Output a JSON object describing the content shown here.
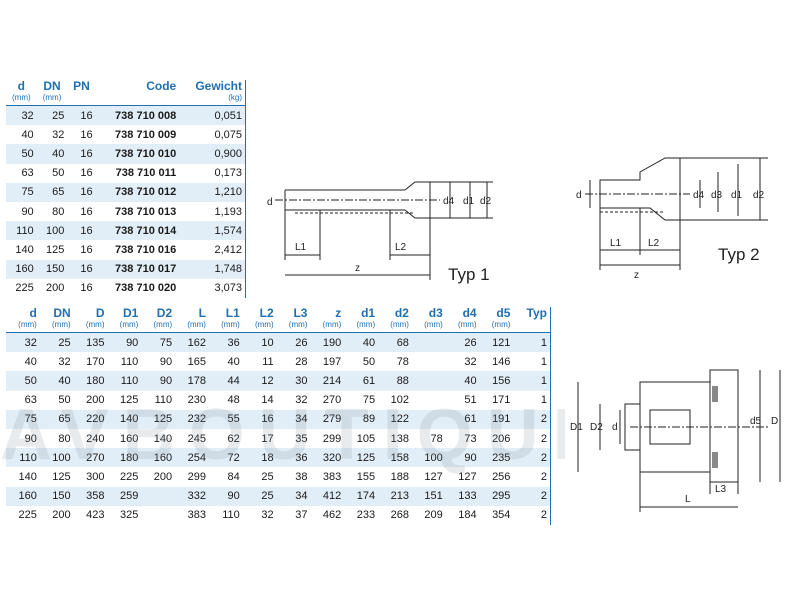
{
  "table1": {
    "headers": [
      "d",
      "DN",
      "PN",
      "Code",
      "Gewicht"
    ],
    "units": [
      "(mm)",
      "(mm)",
      "",
      "",
      "(kg)"
    ],
    "rows": [
      [
        "32",
        "25",
        "16",
        "738 710 008",
        "0,051"
      ],
      [
        "40",
        "32",
        "16",
        "738 710 009",
        "0,075"
      ],
      [
        "50",
        "40",
        "16",
        "738 710 010",
        "0,900"
      ],
      [
        "63",
        "50",
        "16",
        "738 710 011",
        "0,173"
      ],
      [
        "75",
        "65",
        "16",
        "738 710 012",
        "1,210"
      ],
      [
        "90",
        "80",
        "16",
        "738 710 013",
        "1,193"
      ],
      [
        "110",
        "100",
        "16",
        "738 710 014",
        "1,574"
      ],
      [
        "140",
        "125",
        "16",
        "738 710 016",
        "2,412"
      ],
      [
        "160",
        "150",
        "16",
        "738 710 017",
        "1,748"
      ],
      [
        "225",
        "200",
        "16",
        "738 710 020",
        "3,073"
      ]
    ]
  },
  "table2": {
    "headers": [
      "d",
      "DN",
      "D",
      "D1",
      "D2",
      "L",
      "L1",
      "L2",
      "L3",
      "z",
      "d1",
      "d2",
      "d3",
      "d4",
      "d5",
      "Typ"
    ],
    "units": [
      "(mm)",
      "(mm)",
      "(mm)",
      "(mm)",
      "(mm)",
      "(mm)",
      "(mm)",
      "(mm)",
      "(mm)",
      "(mm)",
      "(mm)",
      "(mm)",
      "(mm)",
      "(mm)",
      "(mm)",
      ""
    ],
    "rows": [
      [
        "32",
        "25",
        "135",
        "90",
        "75",
        "162",
        "36",
        "10",
        "26",
        "190",
        "40",
        "68",
        "",
        "26",
        "121",
        "1"
      ],
      [
        "40",
        "32",
        "170",
        "110",
        "90",
        "165",
        "40",
        "11",
        "28",
        "197",
        "50",
        "78",
        "",
        "32",
        "146",
        "1"
      ],
      [
        "50",
        "40",
        "180",
        "110",
        "90",
        "178",
        "44",
        "12",
        "30",
        "214",
        "61",
        "88",
        "",
        "40",
        "156",
        "1"
      ],
      [
        "63",
        "50",
        "200",
        "125",
        "110",
        "230",
        "48",
        "14",
        "32",
        "270",
        "75",
        "102",
        "",
        "51",
        "171",
        "1"
      ],
      [
        "75",
        "65",
        "220",
        "140",
        "125",
        "232",
        "55",
        "16",
        "34",
        "279",
        "89",
        "122",
        "",
        "61",
        "191",
        "2"
      ],
      [
        "90",
        "80",
        "240",
        "160",
        "140",
        "245",
        "62",
        "17",
        "35",
        "299",
        "105",
        "138",
        "78",
        "73",
        "206",
        "2"
      ],
      [
        "110",
        "100",
        "270",
        "180",
        "160",
        "254",
        "72",
        "18",
        "36",
        "320",
        "125",
        "158",
        "100",
        "90",
        "235",
        "2"
      ],
      [
        "140",
        "125",
        "300",
        "225",
        "200",
        "299",
        "84",
        "25",
        "38",
        "383",
        "155",
        "188",
        "127",
        "127",
        "256",
        "2"
      ],
      [
        "160",
        "150",
        "358",
        "259",
        "",
        "332",
        "90",
        "25",
        "34",
        "412",
        "174",
        "213",
        "151",
        "133",
        "295",
        "2"
      ],
      [
        "225",
        "200",
        "423",
        "325",
        "",
        "383",
        "110",
        "32",
        "37",
        "462",
        "233",
        "268",
        "209",
        "184",
        "354",
        "2"
      ]
    ]
  },
  "diagram1": {
    "title": "Typ 1",
    "labels": {
      "d": "d",
      "d4": "d4",
      "d1": "d1",
      "d2": "d2",
      "L1": "L1",
      "L2": "L2",
      "z": "z"
    }
  },
  "diagram2": {
    "title": "Typ 2",
    "labels": {
      "d": "d",
      "d4": "d4",
      "d3": "d3",
      "d1": "d1",
      "d2": "d2",
      "L1": "L1",
      "L2": "L2",
      "z": "z"
    }
  },
  "diagram3": {
    "labels": {
      "D1": "D1",
      "D2": "D2",
      "d": "d",
      "d5": "d5",
      "D": "D",
      "L3": "L3",
      "L": "L"
    }
  },
  "watermark": "AVBOUTIQUE"
}
